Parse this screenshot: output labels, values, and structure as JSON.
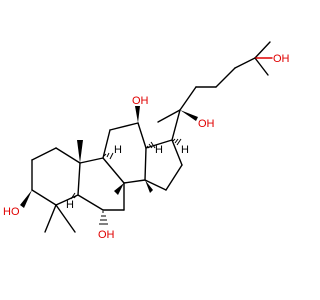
{
  "molecule": {
    "labels": {
      "oh_c25": "OH",
      "oh_c20": "OH",
      "oh_c12": "OH",
      "oh_c3": "HO",
      "oh_c6": "OH",
      "h_c9": "H",
      "h_c13": "H",
      "h_c17": "H",
      "h_c5": "H"
    },
    "colors": {
      "oxygen": "#e00000",
      "carbon": "#000000",
      "background": "#ffffff"
    }
  }
}
